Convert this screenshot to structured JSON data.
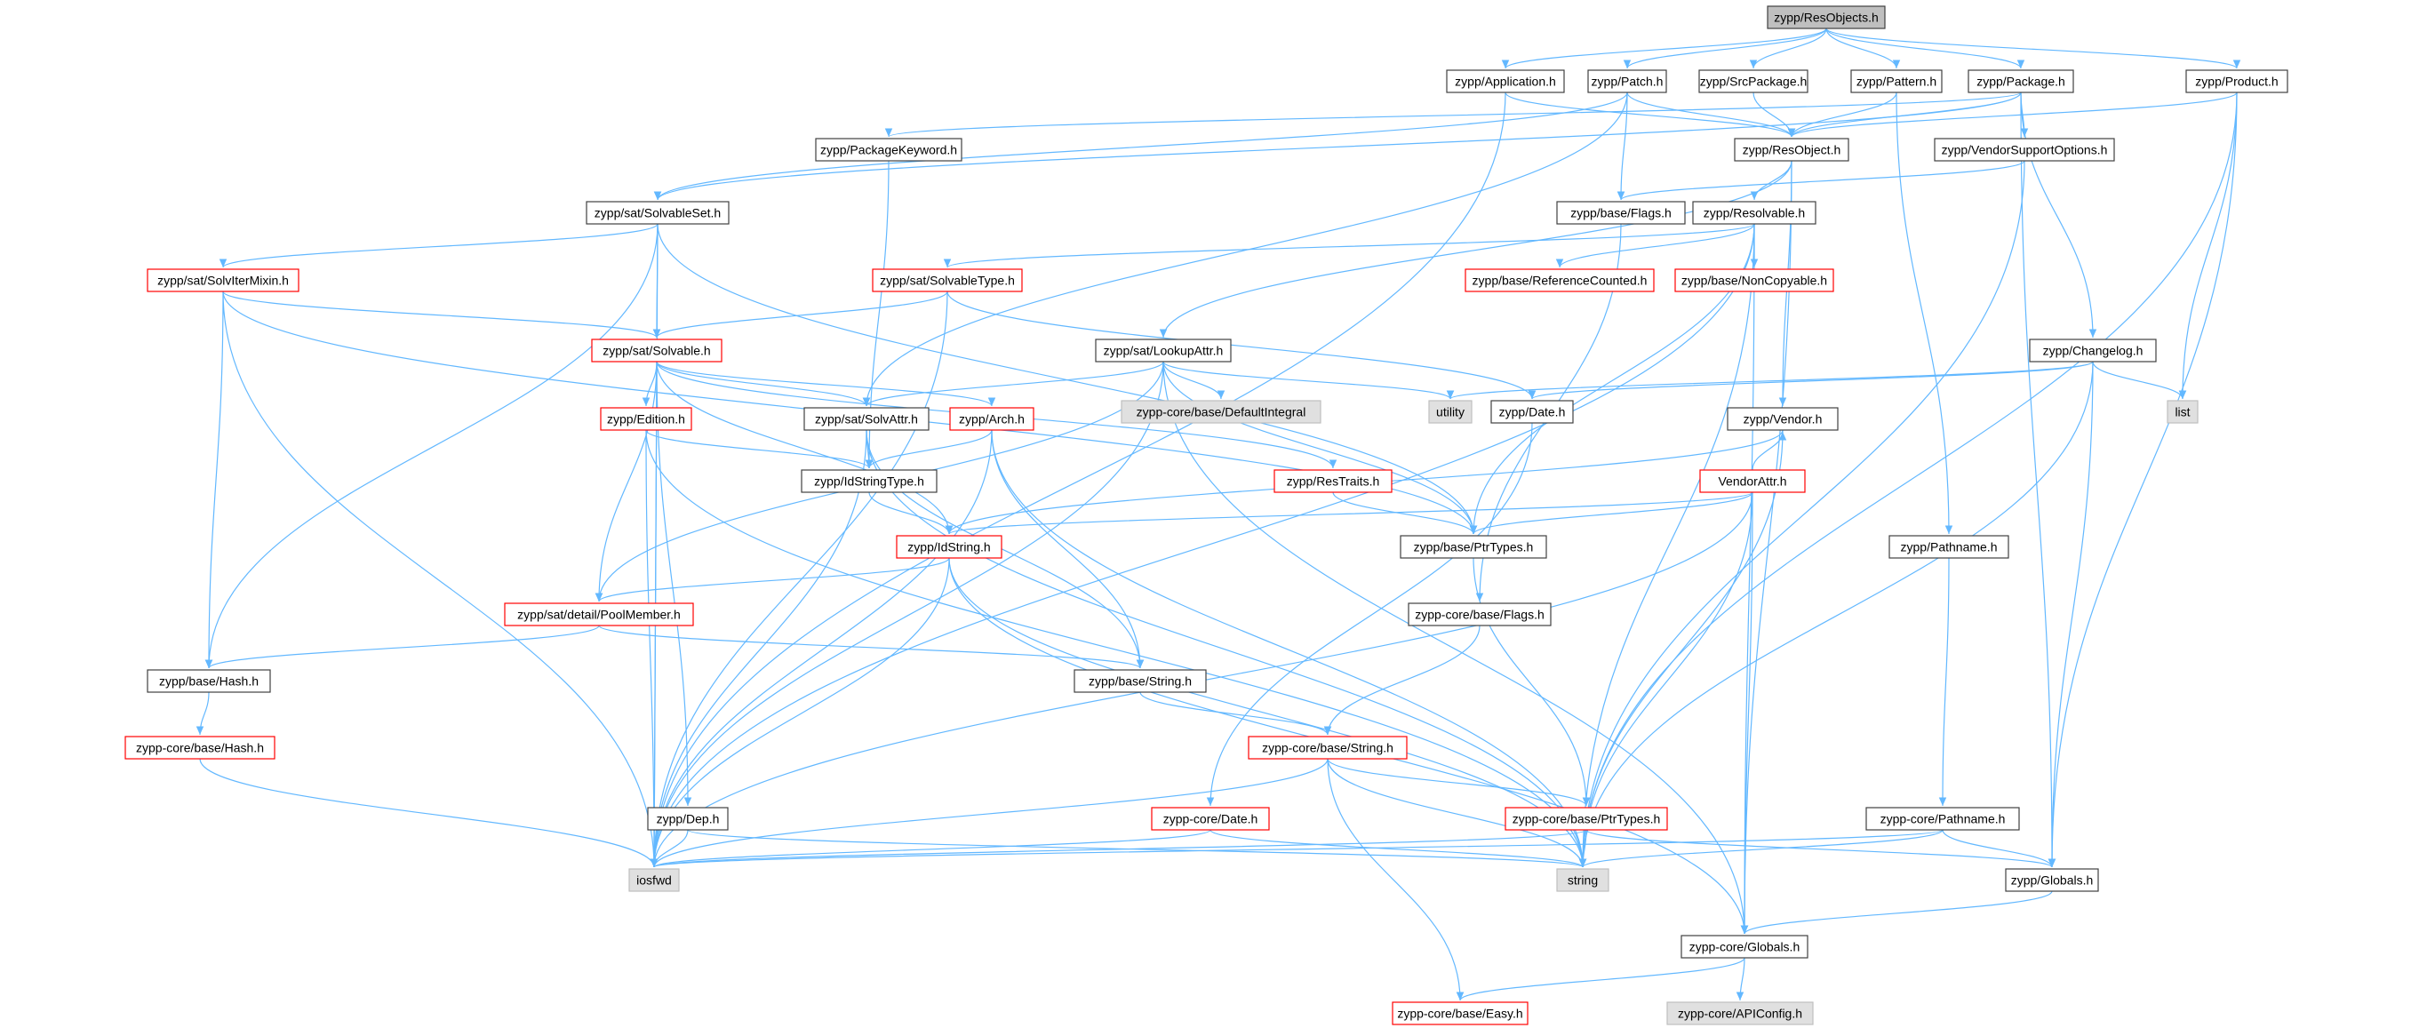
{
  "title": "",
  "colors": {
    "edge": "#63b8ff",
    "node_fill": "#ffffff",
    "node_stroke": "#404040",
    "root_fill": "#bfbfbf",
    "external_fill": "#e0e0e0",
    "external_stroke": "#bfbfbf",
    "truncated_stroke": "#ff0000"
  },
  "node_kinds": [
    "root",
    "normal",
    "truncated",
    "external"
  ],
  "nodes": [
    {
      "id": "resobjects",
      "label": "zypp/ResObjects.h",
      "kind": "root"
    },
    {
      "id": "application",
      "label": "zypp/Application.h",
      "kind": "normal"
    },
    {
      "id": "patch",
      "label": "zypp/Patch.h",
      "kind": "normal"
    },
    {
      "id": "srcpackage",
      "label": "zypp/SrcPackage.h",
      "kind": "normal"
    },
    {
      "id": "pattern",
      "label": "zypp/Pattern.h",
      "kind": "normal"
    },
    {
      "id": "package",
      "label": "zypp/Package.h",
      "kind": "normal"
    },
    {
      "id": "product",
      "label": "zypp/Product.h",
      "kind": "normal"
    },
    {
      "id": "packagekeyword",
      "label": "zypp/PackageKeyword.h",
      "kind": "normal"
    },
    {
      "id": "resobject",
      "label": "zypp/ResObject.h",
      "kind": "normal"
    },
    {
      "id": "vendorsupport",
      "label": "zypp/VendorSupportOptions.h",
      "kind": "normal"
    },
    {
      "id": "solvableset",
      "label": "zypp/sat/SolvableSet.h",
      "kind": "normal"
    },
    {
      "id": "baseflags",
      "label": "zypp/base/Flags.h",
      "kind": "normal"
    },
    {
      "id": "resolvable",
      "label": "zypp/Resolvable.h",
      "kind": "normal"
    },
    {
      "id": "solvitermixin",
      "label": "zypp/sat/SolvIterMixin.h",
      "kind": "truncated"
    },
    {
      "id": "solvabletype",
      "label": "zypp/sat/SolvableType.h",
      "kind": "truncated"
    },
    {
      "id": "refcounted",
      "label": "zypp/base/ReferenceCounted.h",
      "kind": "truncated"
    },
    {
      "id": "noncopyable",
      "label": "zypp/base/NonCopyable.h",
      "kind": "truncated"
    },
    {
      "id": "solvable",
      "label": "zypp/sat/Solvable.h",
      "kind": "truncated"
    },
    {
      "id": "lookupattr",
      "label": "zypp/sat/LookupAttr.h",
      "kind": "normal"
    },
    {
      "id": "changelog",
      "label": "zypp/Changelog.h",
      "kind": "normal"
    },
    {
      "id": "defaultintegral",
      "label": "zypp-core/base/DefaultIntegral",
      "kind": "external"
    },
    {
      "id": "utility",
      "label": "utility",
      "kind": "external"
    },
    {
      "id": "date",
      "label": "zypp/Date.h",
      "kind": "normal"
    },
    {
      "id": "list",
      "label": "list",
      "kind": "external"
    },
    {
      "id": "edition",
      "label": "zypp/Edition.h",
      "kind": "truncated"
    },
    {
      "id": "solvattr",
      "label": "zypp/sat/SolvAttr.h",
      "kind": "normal"
    },
    {
      "id": "arch",
      "label": "zypp/Arch.h",
      "kind": "truncated"
    },
    {
      "id": "vendor",
      "label": "zypp/Vendor.h",
      "kind": "normal"
    },
    {
      "id": "idstringtype",
      "label": "zypp/IdStringType.h",
      "kind": "normal"
    },
    {
      "id": "restraits",
      "label": "zypp/ResTraits.h",
      "kind": "truncated"
    },
    {
      "id": "vendorattr",
      "label": "VendorAttr.h",
      "kind": "truncated"
    },
    {
      "id": "idstring",
      "label": "zypp/IdString.h",
      "kind": "truncated"
    },
    {
      "id": "ptrtypes",
      "label": "zypp/base/PtrTypes.h",
      "kind": "normal"
    },
    {
      "id": "pathname",
      "label": "zypp/Pathname.h",
      "kind": "normal"
    },
    {
      "id": "poolmember",
      "label": "zypp/sat/detail/PoolMember.h",
      "kind": "truncated"
    },
    {
      "id": "coreflags",
      "label": "zypp-core/base/Flags.h",
      "kind": "normal"
    },
    {
      "id": "basehash",
      "label": "zypp/base/Hash.h",
      "kind": "normal"
    },
    {
      "id": "basestring",
      "label": "zypp/base/String.h",
      "kind": "normal"
    },
    {
      "id": "corehash",
      "label": "zypp-core/base/Hash.h",
      "kind": "truncated"
    },
    {
      "id": "corestring",
      "label": "zypp-core/base/String.h",
      "kind": "truncated"
    },
    {
      "id": "dep",
      "label": "zypp/Dep.h",
      "kind": "normal"
    },
    {
      "id": "coredate",
      "label": "zypp-core/Date.h",
      "kind": "truncated"
    },
    {
      "id": "coreptrtypes",
      "label": "zypp-core/base/PtrTypes.h",
      "kind": "truncated"
    },
    {
      "id": "corepathname",
      "label": "zypp-core/Pathname.h",
      "kind": "normal"
    },
    {
      "id": "iosfwd",
      "label": "iosfwd",
      "kind": "external"
    },
    {
      "id": "string",
      "label": "string",
      "kind": "external"
    },
    {
      "id": "globals",
      "label": "zypp/Globals.h",
      "kind": "normal"
    },
    {
      "id": "coreglobals",
      "label": "zypp-core/Globals.h",
      "kind": "normal"
    },
    {
      "id": "easy",
      "label": "zypp-core/base/Easy.h",
      "kind": "truncated"
    },
    {
      "id": "apiconfig",
      "label": "zypp-core/APIConfig.h",
      "kind": "external"
    }
  ],
  "edges": [
    [
      "resobjects",
      "application"
    ],
    [
      "resobjects",
      "patch"
    ],
    [
      "resobjects",
      "srcpackage"
    ],
    [
      "resobjects",
      "pattern"
    ],
    [
      "resobjects",
      "package"
    ],
    [
      "resobjects",
      "product"
    ],
    [
      "application",
      "resobject"
    ],
    [
      "application",
      "iosfwd"
    ],
    [
      "patch",
      "resobject"
    ],
    [
      "patch",
      "solvableset"
    ],
    [
      "patch",
      "baseflags"
    ],
    [
      "patch",
      "solvattr"
    ],
    [
      "srcpackage",
      "resobject"
    ],
    [
      "pattern",
      "resobject"
    ],
    [
      "pattern",
      "pathname"
    ],
    [
      "package",
      "resobject"
    ],
    [
      "package",
      "packagekeyword"
    ],
    [
      "package",
      "vendorsupport"
    ],
    [
      "package",
      "changelog"
    ],
    [
      "package",
      "solvableset"
    ],
    [
      "package",
      "globals"
    ],
    [
      "product",
      "resobject"
    ],
    [
      "product",
      "list"
    ],
    [
      "product",
      "string"
    ],
    [
      "product",
      "globals"
    ],
    [
      "packagekeyword",
      "idstringtype"
    ],
    [
      "resobject",
      "resolvable"
    ],
    [
      "resobject",
      "lookupattr"
    ],
    [
      "resobject",
      "vendor"
    ],
    [
      "resobject",
      "coreglobals"
    ],
    [
      "vendorsupport",
      "baseflags"
    ],
    [
      "vendorsupport",
      "string"
    ],
    [
      "solvableset",
      "solvitermixin"
    ],
    [
      "solvableset",
      "solvable"
    ],
    [
      "solvableset",
      "basehash"
    ],
    [
      "solvableset",
      "ptrtypes"
    ],
    [
      "solvableset",
      "iosfwd"
    ],
    [
      "baseflags",
      "coreflags"
    ],
    [
      "resolvable",
      "refcounted"
    ],
    [
      "resolvable",
      "noncopyable"
    ],
    [
      "resolvable",
      "solvabletype"
    ],
    [
      "resolvable",
      "ptrtypes"
    ],
    [
      "resolvable",
      "iosfwd"
    ],
    [
      "resolvable",
      "string"
    ],
    [
      "resolvable",
      "coreglobals"
    ],
    [
      "solvitermixin",
      "solvable"
    ],
    [
      "solvitermixin",
      "basehash"
    ],
    [
      "solvitermixin",
      "ptrtypes"
    ],
    [
      "solvitermixin",
      "iosfwd"
    ],
    [
      "solvabletype",
      "solvable"
    ],
    [
      "solvabletype",
      "date"
    ],
    [
      "solvabletype",
      "iosfwd"
    ],
    [
      "solvable",
      "edition"
    ],
    [
      "solvable",
      "arch"
    ],
    [
      "solvable",
      "solvattr"
    ],
    [
      "solvable",
      "restraits"
    ],
    [
      "solvable",
      "idstring"
    ],
    [
      "solvable",
      "poolmember"
    ],
    [
      "solvable",
      "dep"
    ],
    [
      "solvable",
      "iosfwd"
    ],
    [
      "lookupattr",
      "solvattr"
    ],
    [
      "lookupattr",
      "defaultintegral"
    ],
    [
      "lookupattr",
      "utility"
    ],
    [
      "lookupattr",
      "ptrtypes"
    ],
    [
      "lookupattr",
      "poolmember"
    ],
    [
      "lookupattr",
      "iosfwd"
    ],
    [
      "lookupattr",
      "coreglobals"
    ],
    [
      "changelog",
      "date"
    ],
    [
      "changelog",
      "utility"
    ],
    [
      "changelog",
      "list"
    ],
    [
      "changelog",
      "string"
    ],
    [
      "changelog",
      "globals"
    ],
    [
      "date",
      "coredate"
    ],
    [
      "edition",
      "idstringtype"
    ],
    [
      "edition",
      "iosfwd"
    ],
    [
      "edition",
      "string"
    ],
    [
      "solvattr",
      "idstringtype"
    ],
    [
      "solvattr",
      "basestring"
    ],
    [
      "solvattr",
      "string"
    ],
    [
      "solvattr",
      "iosfwd"
    ],
    [
      "arch",
      "idstringtype"
    ],
    [
      "arch",
      "basestring"
    ],
    [
      "arch",
      "string"
    ],
    [
      "arch",
      "iosfwd"
    ],
    [
      "vendor",
      "idstring"
    ],
    [
      "vendor",
      "string"
    ],
    [
      "idstringtype",
      "idstring"
    ],
    [
      "restraits",
      "ptrtypes"
    ],
    [
      "vendorattr",
      "vendor"
    ],
    [
      "vendorattr",
      "idstring"
    ],
    [
      "vendorattr",
      "ptrtypes"
    ],
    [
      "vendorattr",
      "string"
    ],
    [
      "vendorattr",
      "coreglobals"
    ],
    [
      "vendorattr",
      "iosfwd"
    ],
    [
      "idstring",
      "poolmember"
    ],
    [
      "idstring",
      "string"
    ],
    [
      "idstring",
      "iosfwd"
    ],
    [
      "idstring",
      "coreglobals"
    ],
    [
      "ptrtypes",
      "coreptrtypes"
    ],
    [
      "pathname",
      "corepathname"
    ],
    [
      "poolmember",
      "basehash"
    ],
    [
      "poolmember",
      "basestring"
    ],
    [
      "coreflags",
      "corestring"
    ],
    [
      "basehash",
      "corehash"
    ],
    [
      "basestring",
      "corestring"
    ],
    [
      "corehash",
      "iosfwd"
    ],
    [
      "corestring",
      "coreptrtypes"
    ],
    [
      "corestring",
      "iosfwd"
    ],
    [
      "corestring",
      "string"
    ],
    [
      "corestring",
      "easy"
    ],
    [
      "dep",
      "iosfwd"
    ],
    [
      "dep",
      "string"
    ],
    [
      "coredate",
      "iosfwd"
    ],
    [
      "coredate",
      "string"
    ],
    [
      "coreptrtypes",
      "string"
    ],
    [
      "coreptrtypes",
      "globals"
    ],
    [
      "coreptrtypes",
      "iosfwd"
    ],
    [
      "corepathname",
      "globals"
    ],
    [
      "corepathname",
      "string"
    ],
    [
      "corepathname",
      "iosfwd"
    ],
    [
      "globals",
      "coreglobals"
    ],
    [
      "coreglobals",
      "easy"
    ],
    [
      "coreglobals",
      "apiconfig"
    ]
  ]
}
